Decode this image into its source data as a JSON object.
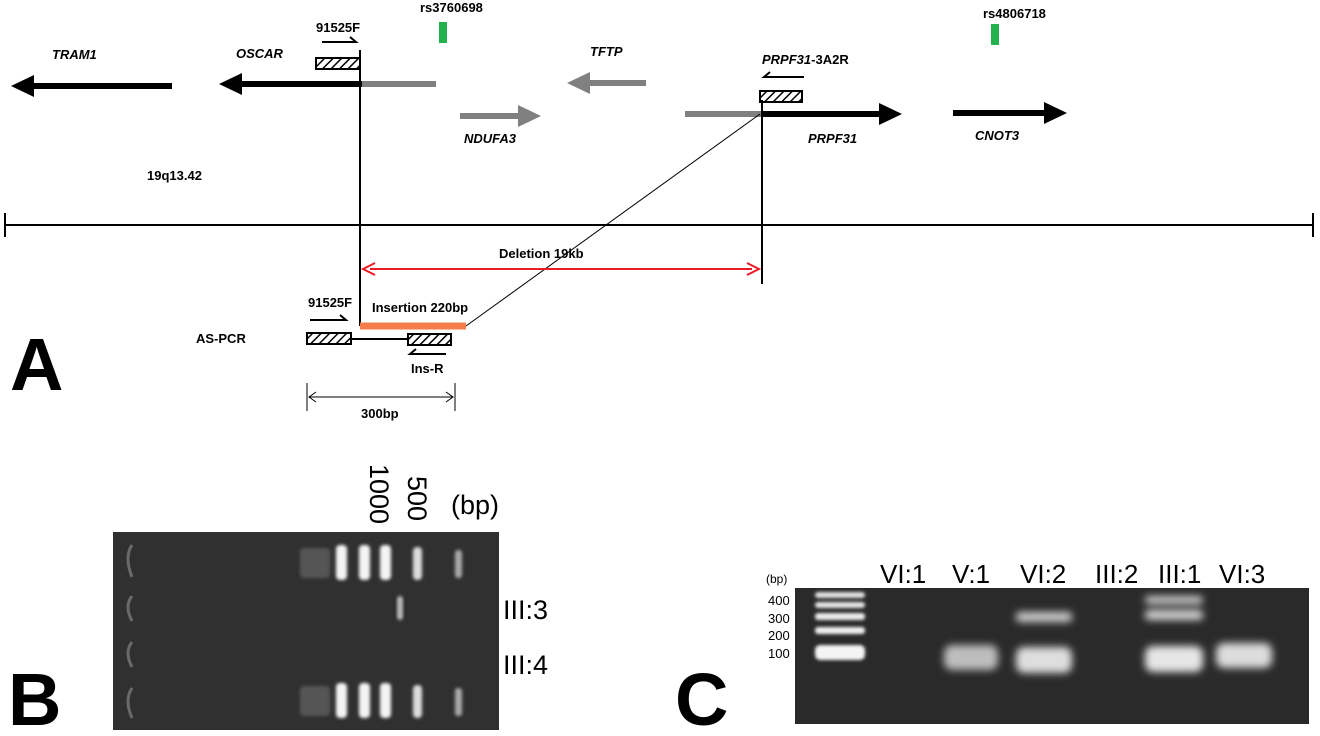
{
  "panel_a": {
    "panel_letter": "A",
    "genes": {
      "tram1": "TRAM1",
      "oscar": "OSCAR",
      "tftp": "TFTP",
      "ndufa3": "NDUFA3",
      "prpf31": "PRPF31",
      "cnot3": "CNOT3"
    },
    "snps": {
      "left": "rs3760698",
      "right": "rs4806718"
    },
    "primers": {
      "forward_top": "91525F",
      "reverse_gene": "PRPF31",
      "reverse_suffix": "-3A2R",
      "forward_bottom": "91525F",
      "insertion_reverse": "Ins-R"
    },
    "locus": "19q13.42",
    "deletion": "Deletion 19kb",
    "insertion": "Insertion 220bp",
    "assay": "AS-PCR",
    "product_size": "300bp"
  },
  "panel_b": {
    "panel_letter": "B",
    "ladder_labels": [
      "1000",
      "500"
    ],
    "unit": "(bp)",
    "lanes": [
      "III:3",
      "III:4"
    ]
  },
  "panel_c": {
    "panel_letter": "C",
    "unit": "(bp)",
    "ladder_marks": [
      "400",
      "300",
      "200",
      "100"
    ],
    "lanes": [
      "VI:1",
      "V:1",
      "VI:2",
      "III:2",
      "III:1",
      "VI:3"
    ]
  },
  "colors": {
    "gene_black": "#000000",
    "gene_grey": "#808080",
    "snp_green": "#22b14c",
    "deletion_red": "#ed1c24",
    "insertion_orange": "#f47d4b",
    "gel_dark": "#2a2a2a"
  }
}
